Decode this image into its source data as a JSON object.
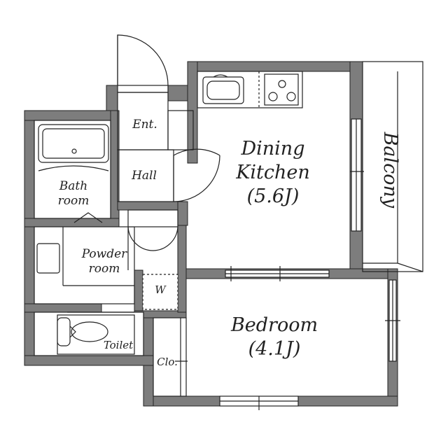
{
  "rooms": {
    "dining_kitchen": {
      "line1": "Dining",
      "line2": "Kitchen",
      "size": "(5.6J)"
    },
    "bedroom": {
      "name": "Bedroom",
      "size": "(4.1J)"
    },
    "balcony": {
      "name": "Balcony"
    },
    "bath": {
      "line1": "Bath",
      "line2": "room"
    },
    "powder": {
      "line1": "Powder",
      "line2": "room"
    },
    "toilet": {
      "name": "Toilet"
    },
    "entrance": {
      "name": "Ent."
    },
    "hall": {
      "name": "Hall"
    },
    "washer": {
      "name": "W"
    },
    "closet": {
      "name": "Clo."
    }
  },
  "colors": {
    "wall": "#7d7d7d",
    "outline": "#222222",
    "background": "#ffffff"
  }
}
